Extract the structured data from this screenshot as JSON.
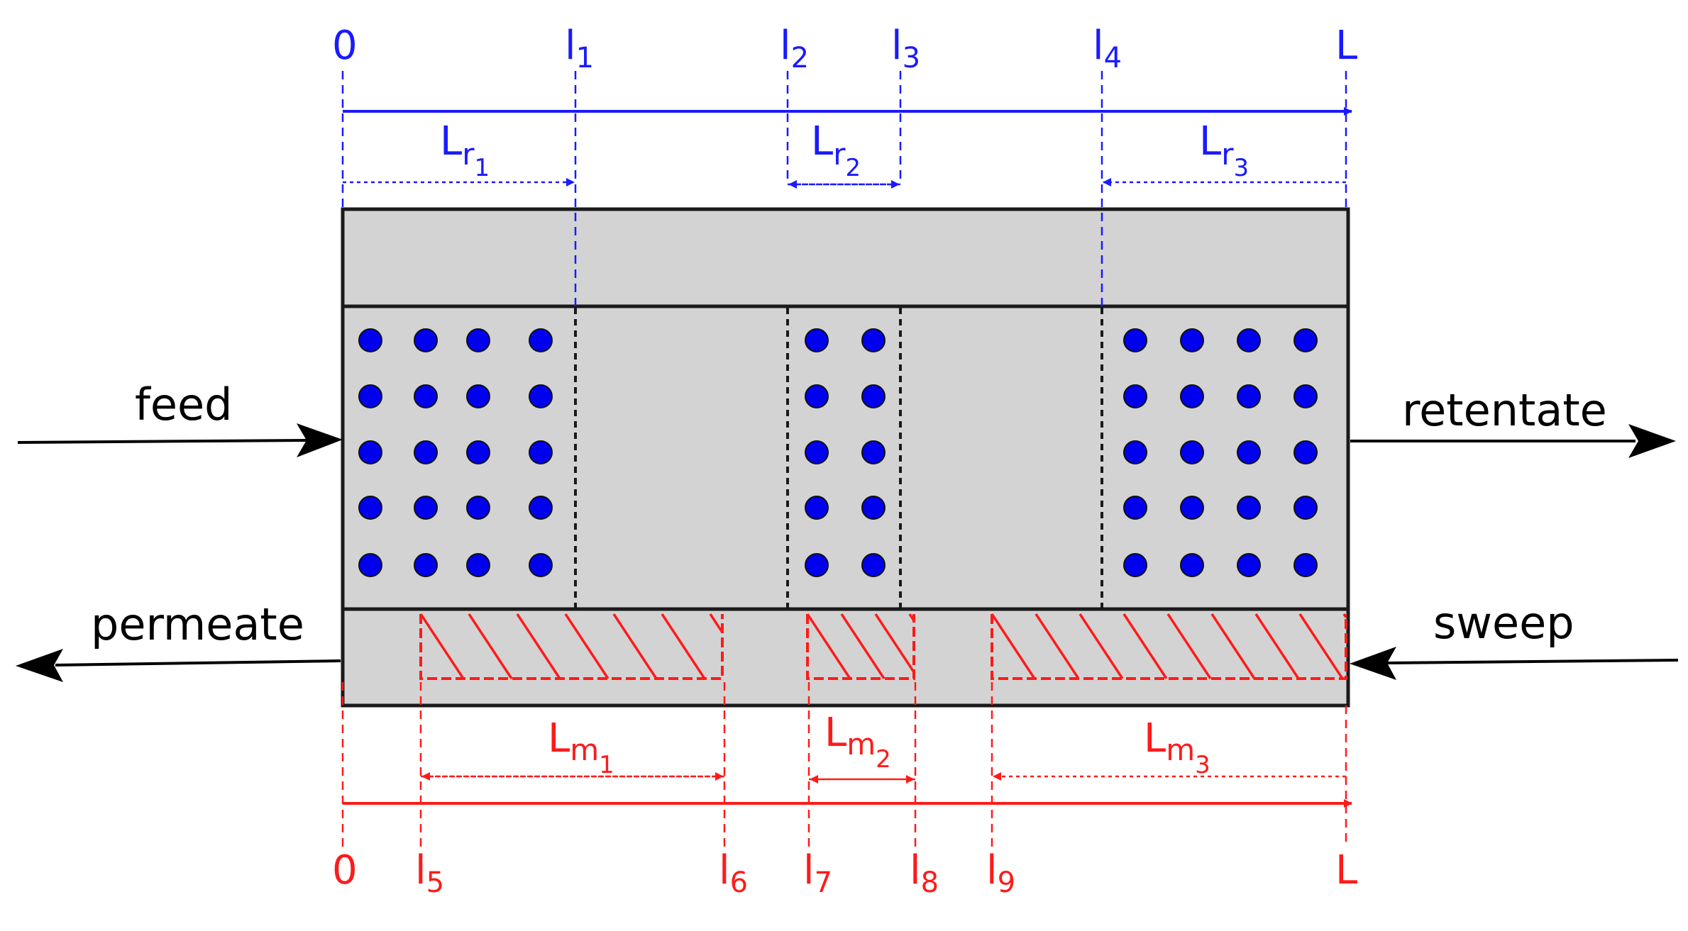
{
  "colors": {
    "top_axis": "#1a1aff",
    "bottom_axis": "#ff1a1a",
    "body_fill": "#d3d3d3",
    "outline": "#1a1a1a",
    "dot_fill": "#0000ee",
    "flow_arrow": "#000000"
  },
  "top_axis": {
    "marks": [
      {
        "id": "0",
        "base": "0",
        "sub": ""
      },
      {
        "id": "l1",
        "base": "l",
        "sub": "1"
      },
      {
        "id": "l2",
        "base": "l",
        "sub": "2"
      },
      {
        "id": "l3",
        "base": "l",
        "sub": "3"
      },
      {
        "id": "l4",
        "base": "l",
        "sub": "4"
      },
      {
        "id": "L",
        "base": "L",
        "sub": ""
      }
    ],
    "segments": [
      {
        "base": "L",
        "sub": "r",
        "subsub": "1"
      },
      {
        "base": "L",
        "sub": "r",
        "subsub": "2"
      },
      {
        "base": "L",
        "sub": "r",
        "subsub": "3"
      }
    ]
  },
  "bottom_axis": {
    "marks": [
      {
        "id": "0",
        "base": "0",
        "sub": ""
      },
      {
        "id": "l5",
        "base": "l",
        "sub": "5"
      },
      {
        "id": "l6",
        "base": "l",
        "sub": "6"
      },
      {
        "id": "l7",
        "base": "l",
        "sub": "7"
      },
      {
        "id": "l8",
        "base": "l",
        "sub": "8"
      },
      {
        "id": "l9",
        "base": "l",
        "sub": "9"
      },
      {
        "id": "L",
        "base": "L",
        "sub": ""
      }
    ],
    "segments": [
      {
        "base": "L",
        "sub": "m",
        "subsub": "1"
      },
      {
        "base": "L",
        "sub": "m",
        "subsub": "2"
      },
      {
        "base": "L",
        "sub": "m",
        "subsub": "3"
      }
    ]
  },
  "flows": {
    "feed": "feed",
    "retentate": "retentate",
    "permeate": "permeate",
    "sweep": "sweep"
  }
}
